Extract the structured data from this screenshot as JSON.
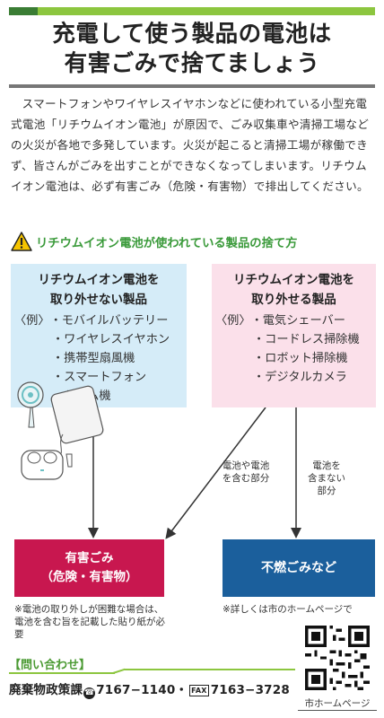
{
  "header": {
    "title_line1": "充電して使う製品の電池は",
    "title_line2": "有害ごみで捨てましょう",
    "accent_color": "#8cc63f"
  },
  "intro": {
    "text": "スマートフォンやワイヤレスイヤホンなどに使われている小型充電式電池「リチウムイオン電池」が原因で、ごみ収集車や清掃工場などの火災が各地で多発しています。火災が起こると清掃工場が稼働できず、皆さんがごみを出すことができなくなってしまいます。リチウムイオン電池は、必ず有害ごみ（危険・有害物）で排出してください。"
  },
  "section": {
    "icon": "warning-icon",
    "title": "リチウムイオン電池が使われている製品の捨て方"
  },
  "non_removable": {
    "heading_line1": "リチウムイオン電池を",
    "heading_line2": "取り外せない製品",
    "example_lead": "〈例〉",
    "items": [
      "・モバイルバッテリー",
      "・ワイヤレスイヤホン",
      "・携帯型扇風機",
      "・スマートフォン",
      "・ゲーム機"
    ],
    "color": "#d5ecf8"
  },
  "removable": {
    "heading_line1": "リチウムイオン電池を",
    "heading_line2": "取り外せる製品",
    "example_lead": "〈例〉",
    "items": [
      "・電気シェーバー",
      "・コードレス掃除機",
      "・ロボット掃除機",
      "・デジタルカメラ"
    ],
    "color": "#fbe0ea"
  },
  "arrows": {
    "with_battery_line1": "電池や電池",
    "with_battery_line2": "を含む部分",
    "without_battery_line1": "電池を",
    "without_battery_line2": "含まない",
    "without_battery_line3": "部分"
  },
  "destinations": {
    "hazardous_line1": "有害ごみ",
    "hazardous_line2": "（危険・有害物）",
    "hazardous_color": "#c8174f",
    "nonburnable": "不燃ごみなど",
    "nonburnable_color": "#1b5f9c"
  },
  "notes": {
    "left": "※電池の取り外しが困難な場合は、電池を含む旨を記載した貼り紙が必要",
    "right": "※詳しくは市のホームページで"
  },
  "contact": {
    "heading": "【問い合わせ】",
    "department": "廃棄物政策課",
    "phone": "7167−1140",
    "separator": "・",
    "fax_label": "FAX",
    "fax": "7163−3728"
  },
  "qr": {
    "label": "市ホームページ"
  }
}
